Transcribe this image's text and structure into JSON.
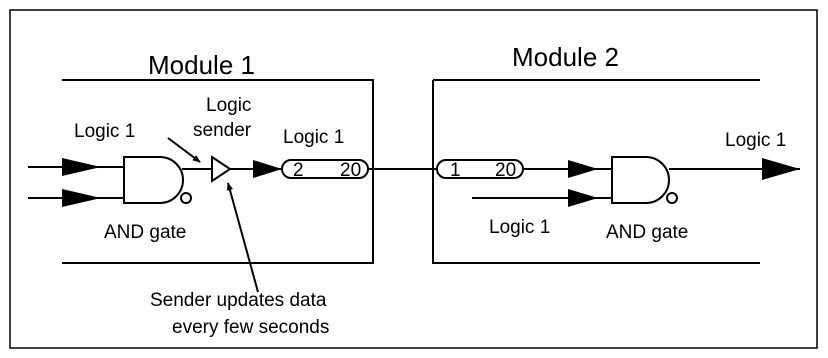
{
  "module1": {
    "title": "Module 1",
    "input_label": "Logic 1",
    "sender_label_line1": "Logic",
    "sender_label_line2": "sender",
    "gate_label": "AND gate",
    "output_label": "Logic 1",
    "connector_left": "2",
    "connector_right": "20"
  },
  "module2": {
    "title": "Module 2",
    "connector_left": "1",
    "connector_right": "20",
    "input_label": "Logic 1",
    "gate_label": "AND gate",
    "output_label": "Logic 1"
  },
  "annotation": {
    "line1": "Sender updates data",
    "line2": "every few seconds"
  }
}
